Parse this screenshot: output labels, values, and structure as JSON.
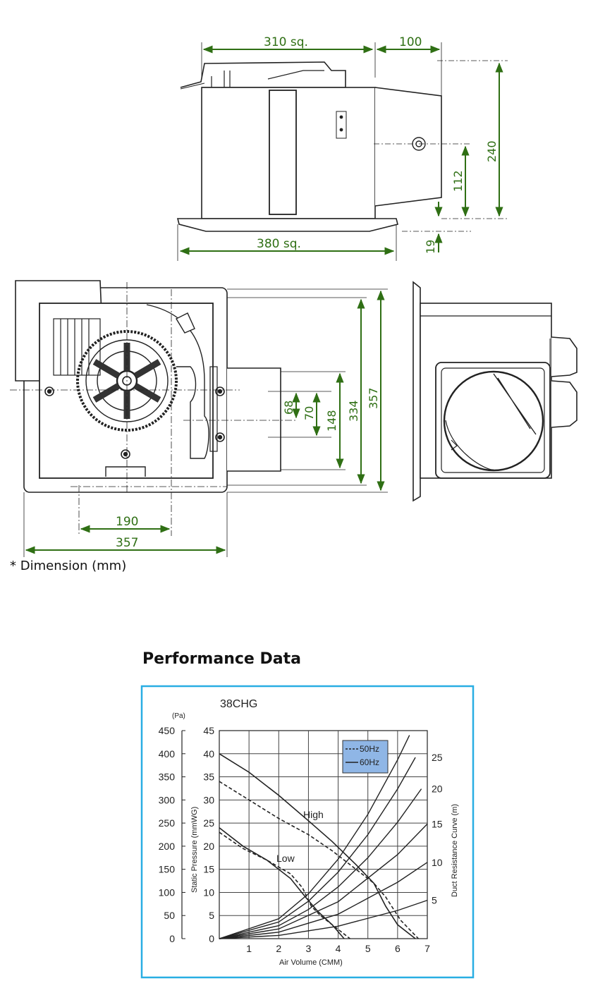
{
  "dimensions": {
    "d310": "310 sq.",
    "d100": "100",
    "d240": "240",
    "d112": "112",
    "d380": "380 sq.",
    "d19": "19",
    "d68": "68",
    "d70": "70",
    "d148": "148",
    "d334": "334",
    "d357v": "357",
    "d190": "190",
    "d357h": "357"
  },
  "note": "* Dimension (mm)",
  "performance_title": "Performance Data",
  "colors": {
    "dimension_green": "#2f6f14",
    "frame_blue": "#29aee3",
    "legend_bg": "#8fb6e6"
  },
  "chart_data": {
    "type": "line",
    "title": "38CHG",
    "xlabel": "Air Volume (CMM)",
    "ylabel": "Static Pressure (mmWG)",
    "ylabel_pa": "(Pa)",
    "y2label": "Duct Resistance Curve (m)",
    "xlim": [
      0,
      7
    ],
    "ylim": [
      0,
      45
    ],
    "x_ticks": [
      "1",
      "2",
      "3",
      "4",
      "5",
      "6",
      "7"
    ],
    "y_ticks_mmwg": [
      "0",
      "5",
      "10",
      "15",
      "20",
      "25",
      "30",
      "35",
      "40",
      "45"
    ],
    "y_ticks_pa": [
      "0",
      "50",
      "100",
      "150",
      "200",
      "250",
      "300",
      "350",
      "400",
      "450"
    ],
    "y2_ticks": [
      "5",
      "10",
      "15",
      "20",
      "25"
    ],
    "legend": [
      "50Hz",
      "60Hz"
    ],
    "legend_placement": "top-right",
    "annotations": [
      "High",
      "Low"
    ],
    "series": [
      {
        "name": "60Hz",
        "style": "solid",
        "label": "High",
        "x": [
          0,
          1,
          2,
          3,
          3.8,
          4.6,
          5.2,
          5.6,
          6.0,
          6.6
        ],
        "y": [
          40,
          36,
          31,
          25.5,
          21,
          16,
          12,
          7,
          3,
          0
        ]
      },
      {
        "name": "50Hz",
        "style": "dashed",
        "label": "High",
        "x": [
          0,
          1,
          2,
          3,
          3.8,
          4.6,
          5.2,
          5.6,
          6.1,
          6.7
        ],
        "y": [
          34,
          30,
          26,
          22.5,
          19,
          15,
          12,
          9,
          4,
          0
        ]
      },
      {
        "name": "60Hz",
        "style": "solid",
        "label": "Low",
        "x": [
          0,
          0.8,
          1.6,
          2.4,
          2.9,
          3.3,
          3.8,
          4.2
        ],
        "y": [
          24,
          20,
          17,
          13,
          9,
          6,
          3,
          0
        ]
      },
      {
        "name": "50Hz",
        "style": "dashed",
        "label": "Low",
        "x": [
          0,
          0.8,
          1.6,
          2.4,
          2.8,
          3.1,
          3.4,
          3.8,
          4.4
        ],
        "y": [
          23,
          19.5,
          17,
          14,
          11,
          7,
          5,
          3,
          0
        ]
      }
    ],
    "duct_curves": [
      {
        "length_m": 5,
        "x": [
          0,
          2,
          4,
          6,
          7
        ],
        "y": [
          0,
          0.7,
          2.7,
          6.1,
          8.3
        ]
      },
      {
        "length_m": 10,
        "x": [
          0,
          2,
          4,
          6,
          7
        ],
        "y": [
          0,
          1.4,
          5.3,
          12.2,
          16.5
        ]
      },
      {
        "length_m": 15,
        "x": [
          0,
          2,
          4,
          6,
          7
        ],
        "y": [
          0,
          2.1,
          8,
          18.2,
          24.8
        ]
      },
      {
        "length_m": 20,
        "x": [
          0,
          2,
          3,
          4,
          5,
          6,
          6.8
        ],
        "y": [
          0,
          2.8,
          6.3,
          11.2,
          17.5,
          25.2,
          32.4
        ]
      },
      {
        "length_m": 25,
        "x": [
          0,
          2,
          3,
          4,
          5,
          6,
          6.6
        ],
        "y": [
          0,
          3.6,
          8.1,
          14.4,
          22.5,
          32.4,
          39.2
        ]
      },
      {
        "length_m": 30,
        "x": [
          0,
          2,
          3,
          4,
          5,
          6,
          6.4
        ],
        "y": [
          0,
          4.3,
          9.7,
          17.2,
          26.9,
          38.7,
          44
        ]
      }
    ]
  }
}
